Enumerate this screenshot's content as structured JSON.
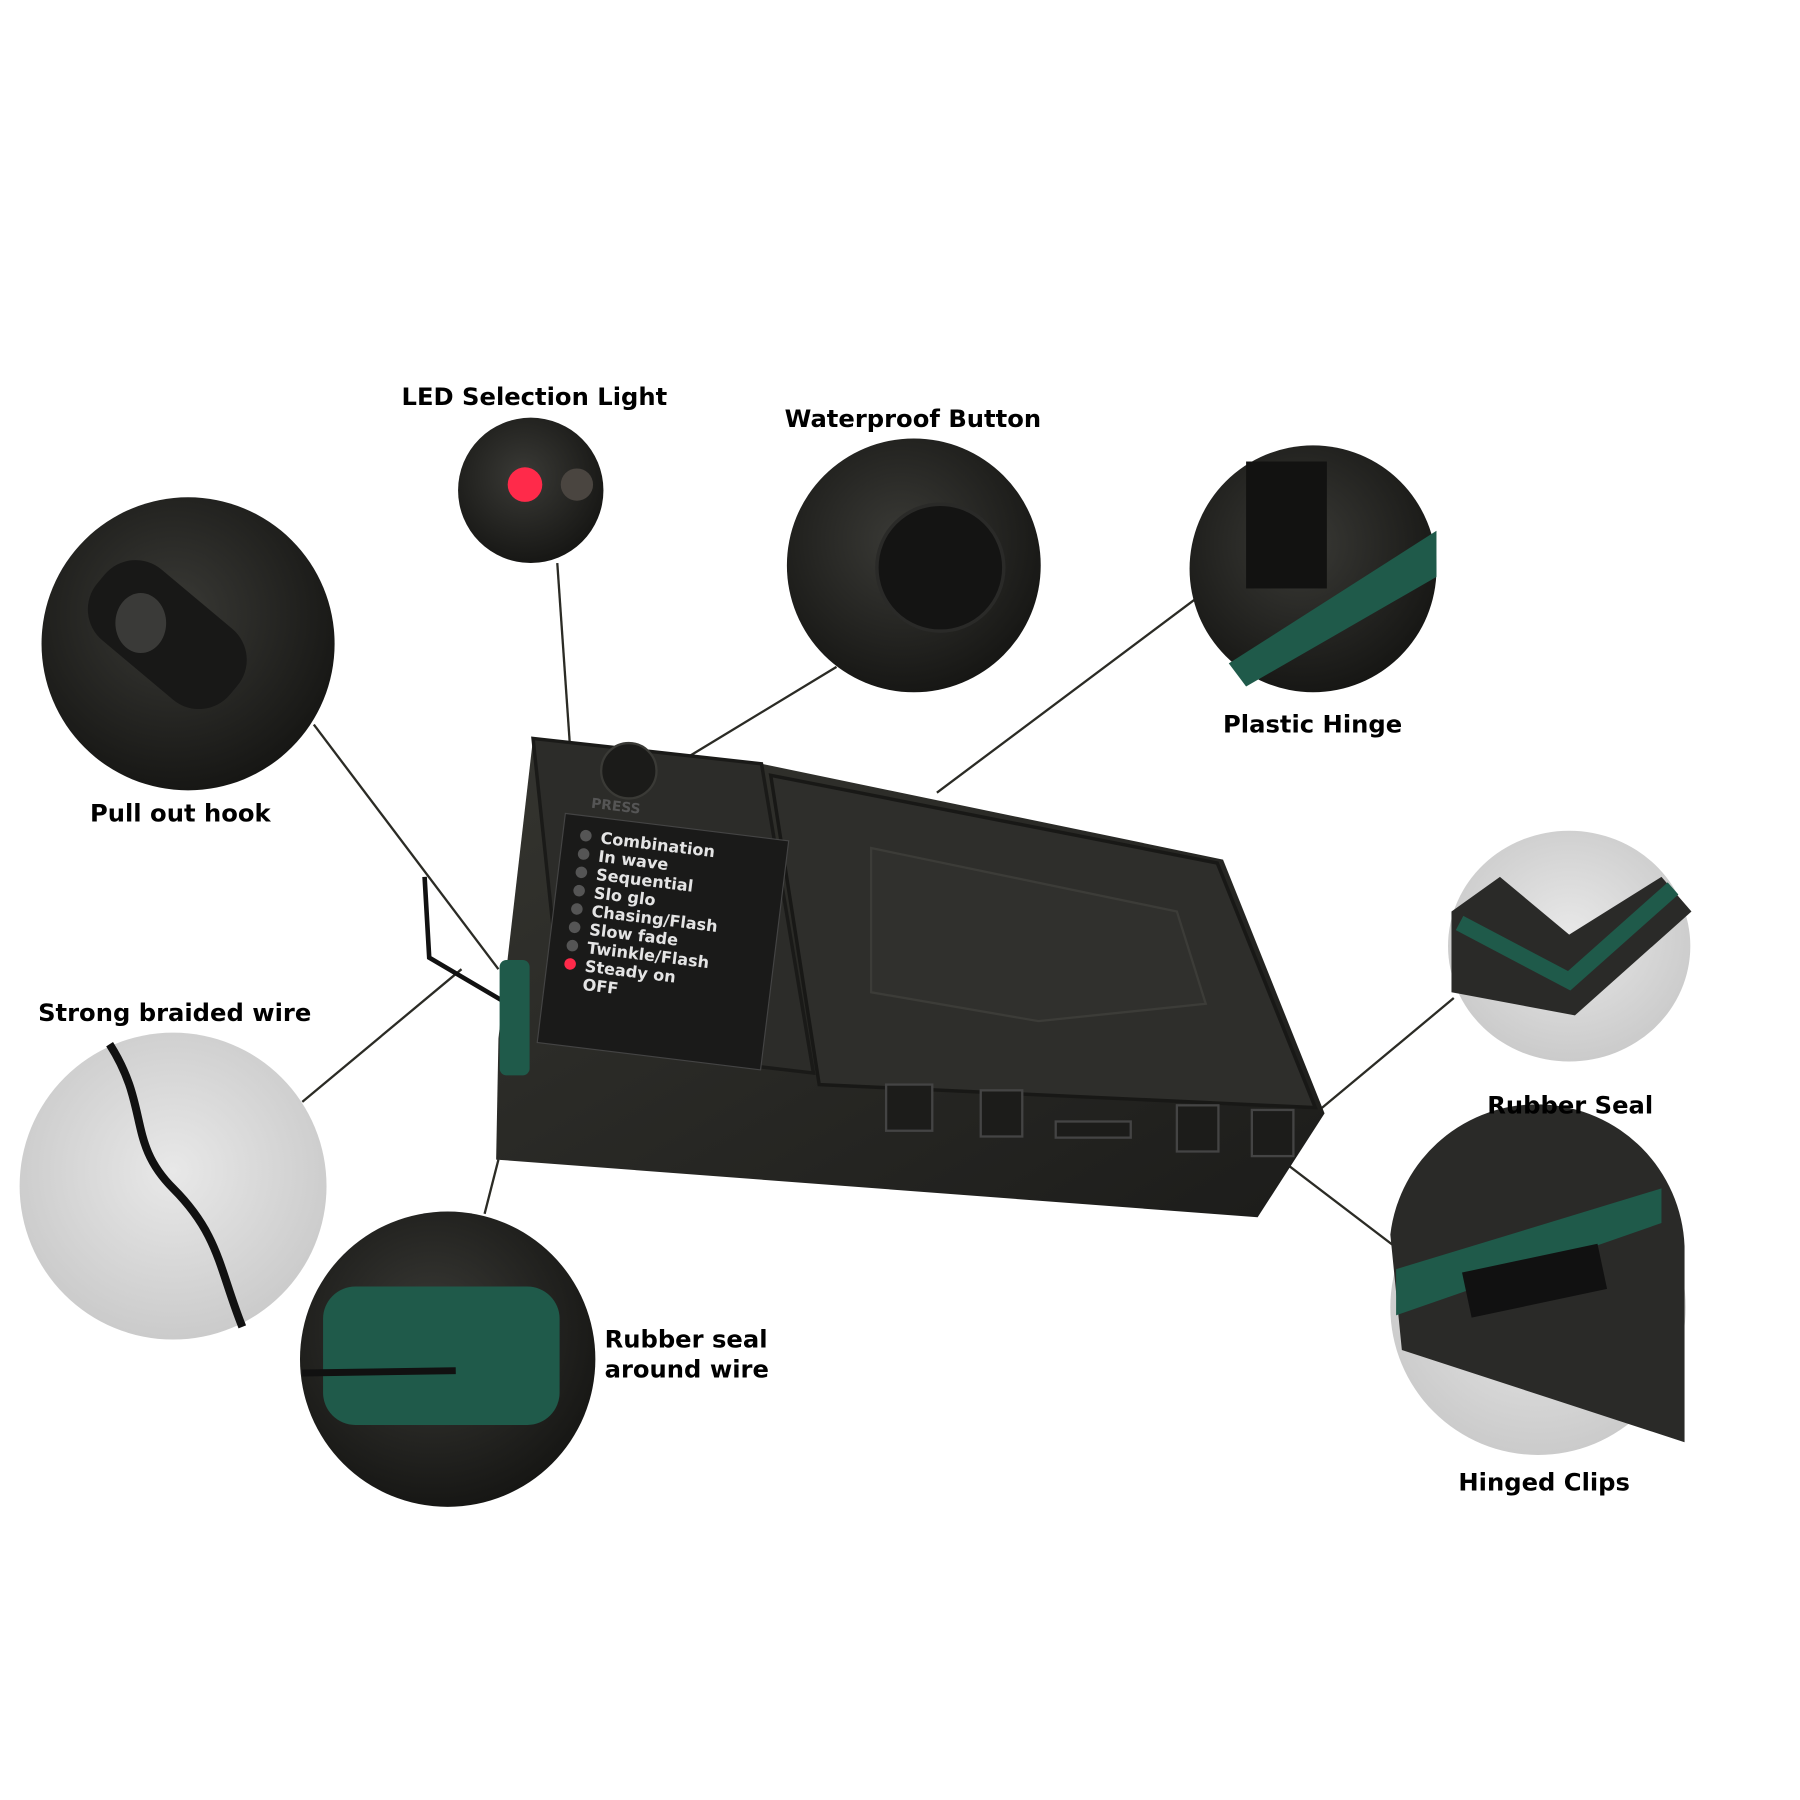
{
  "callouts": {
    "led": "LED Selection Light",
    "button": "Waterproof Button",
    "hinge": "Plastic Hinge",
    "hook": "Pull out hook",
    "wire": "Strong braided wire",
    "wire_seal_line1": "Rubber seal",
    "wire_seal_line2": "around wire",
    "seal": "Rubber Seal",
    "clips": "Hinged Clips"
  },
  "device": {
    "press_label": "PRESS",
    "modes": [
      "Combination",
      "In wave",
      "Sequential",
      "Slo glo",
      "Chasing/Flash",
      "Slow fade",
      "Twinkle/Flash",
      "Steady on",
      "OFF"
    ],
    "active_mode": "Steady on"
  },
  "colors": {
    "case": "#2a2a28",
    "seal": "#1f5a4a",
    "led": "#ff2a4a"
  }
}
